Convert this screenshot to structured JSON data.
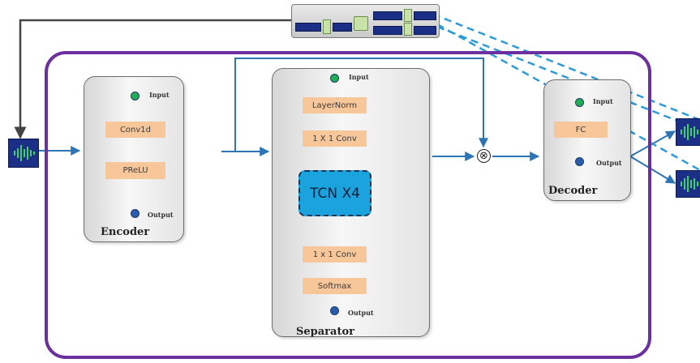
{
  "colors": {
    "outer_border": "#6b2fa0",
    "wire": "#2e75b6",
    "dashed_link": "#2e9ad8",
    "feedback_wire": "#444444",
    "op_fill": "#f7c79a",
    "tcn_fill": "#1ba3de",
    "input_port": "#1fae55",
    "output_port": "#2a5db0"
  },
  "encoder": {
    "title": "Encoder",
    "input_label": "Input",
    "output_label": "Output",
    "ops": [
      "Conv1d",
      "PReLU"
    ]
  },
  "separator": {
    "title": "Separator",
    "input_label": "Input",
    "output_label": "Output",
    "ops_top": [
      "LayerNorm",
      "1 X 1 Conv"
    ],
    "tcn_label": "TCN X4",
    "ops_bottom": [
      "1 x 1 Conv",
      "Softmax"
    ]
  },
  "decoder": {
    "title": "Decoder",
    "input_label": "Input",
    "output_label": "Output",
    "ops": [
      "FC"
    ]
  },
  "multiply_symbol": "⊗",
  "icons": {
    "waveform": "waveform-icon",
    "model_thumbnail": "model-thumbnail-icon"
  }
}
